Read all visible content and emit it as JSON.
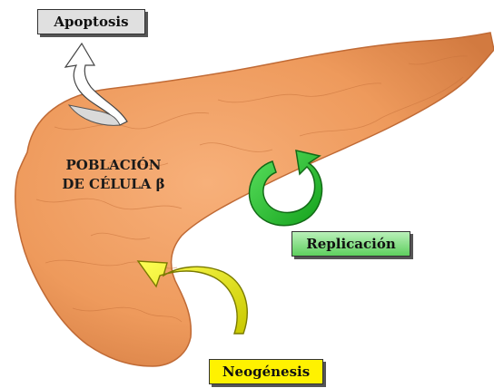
{
  "labels": {
    "center_line1": "POBLACIÓN",
    "center_line2": "DE CÉLULA β",
    "apoptosis": "Apoptosis",
    "replicacion": "Replicación",
    "neogenesis": "Neogénesis"
  },
  "colors": {
    "organ": "#f3a368",
    "organ_shadow": "#c96a34",
    "apoptosis_box": "#e0e0e0",
    "apoptosis_arrow": "#d9d9d9",
    "replicacion_arrow": "#22c02a",
    "replicacion_box": "#5ecf5e",
    "neogenesis_arrow": "#e8e800",
    "neogenesis_box": "#fff200"
  }
}
